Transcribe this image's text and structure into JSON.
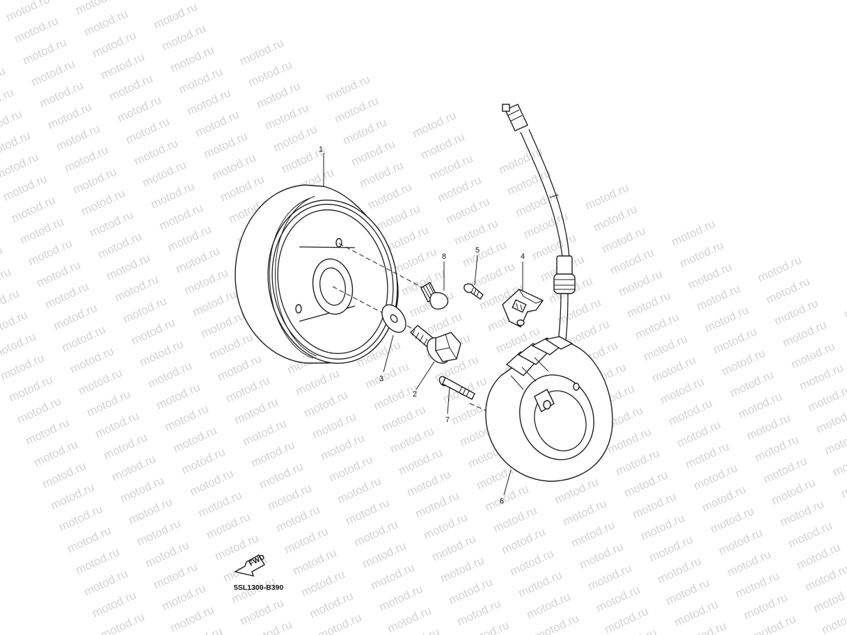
{
  "watermark": "motod.ru",
  "diagram_code": "5SL1300-B390",
  "fwd_label": "FWD",
  "callouts": {
    "c1": "1",
    "c2": "2",
    "c3": "3",
    "c4": "4",
    "c5": "5",
    "c6": "6",
    "c7": "7",
    "c8": "8"
  },
  "colors": {
    "line": "#1a1a1a",
    "watermark": "#d3d3d3",
    "background": "#ffffff"
  }
}
